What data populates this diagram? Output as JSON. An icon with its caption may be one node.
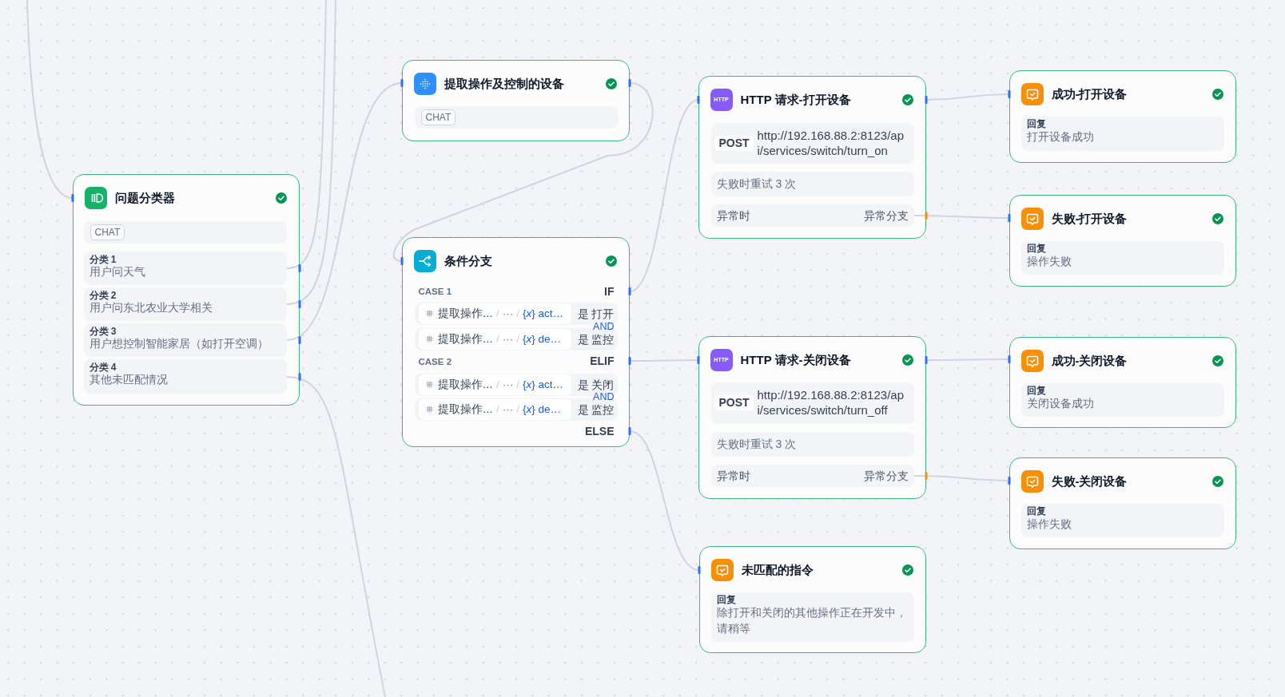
{
  "diagram": {
    "nodes": [
      {
        "text": [
          "问题分类器"
        ]
      },
      {
        "text": [
          "CHAT"
        ],
        "in": 0
      },
      {
        "text": [
          "分类 1",
          "用户问天气"
        ],
        "in": 0
      },
      {
        "text": [
          "分类 2",
          "用户问东北农业大学相关"
        ],
        "in": 0
      },
      {
        "text": [
          "分类 3",
          "用户想控制智能家居（如打开空调）"
        ],
        "in": 0
      },
      {
        "text": [
          "分类 4",
          "其他未匹配情况"
        ],
        "in": 0
      },
      {
        "text": [
          "提取操作及控制的设备"
        ]
      },
      {
        "text": [
          "CHAT"
        ],
        "in": 6
      },
      {
        "text": [
          "条件分支",
          "CASE 1",
          "IF",
          "AND",
          "CASE 2",
          "ELIF",
          "AND",
          "ELSE"
        ]
      },
      {
        "text": [
          "提取操作…",
          "/",
          "···",
          "/",
          "{*x*} act…",
          "是 打开"
        ],
        "in": 8
      },
      {
        "text": [
          "提取操作…",
          "/",
          "···",
          "/",
          "{*x*} de…",
          "是 监控"
        ],
        "in": 8
      },
      {
        "text": [
          "提取操作…",
          "/",
          "···",
          "/",
          "{*x*} act…",
          "是 关闭"
        ],
        "in": 8
      },
      {
        "text": [
          "提取操作…",
          "/",
          "···",
          "/",
          "{*x*} de…",
          "是 监控"
        ],
        "in": 8
      },
      {
        "text": [
          "HTTP",
          "HTTP 请求-打开设备"
        ]
      },
      {
        "text": [
          "POST",
          "http://192.168.88.2:8123/api/services/switch/turn_on"
        ],
        "in": 13
      },
      {
        "text": [
          "失败时重试 3 次"
        ],
        "in": 13
      },
      {
        "text": [
          "异常时",
          "异常分支"
        ],
        "in": 13
      },
      {
        "text": [
          "HTTP",
          "HTTP 请求-关闭设备"
        ]
      },
      {
        "text": [
          "POST",
          "http://192.168.88.2:8123/api/services/switch/turn_off"
        ],
        "in": 17
      },
      {
        "text": [
          "失败时重试 3 次"
        ],
        "in": 17
      },
      {
        "text": [
          "异常时",
          "异常分支"
        ],
        "in": 17
      },
      {
        "text": [
          "未匹配的指令"
        ]
      },
      {
        "text": [
          "回复",
          "除打开和关闭的其他操作正在开发中，请稍等"
        ],
        "in": 21
      },
      {
        "text": [
          "成功-打开设备"
        ]
      },
      {
        "text": [
          "回复",
          "打开设备成功"
        ],
        "in": 23
      },
      {
        "text": [
          "失败-打开设备"
        ]
      },
      {
        "text": [
          "回复",
          "操作失败"
        ],
        "in": 25
      },
      {
        "text": [
          "成功-关闭设备"
        ]
      },
      {
        "text": [
          "回复",
          "关闭设备成功"
        ],
        "in": 27
      },
      {
        "text": [
          "失败-关闭设备"
        ]
      },
      {
        "text": [
          "回复",
          "操作失败"
        ],
        "in": 29
      }
    ],
    "edges": [
      {
        "from": null,
        "to": 0,
        "arrow": "other"
      },
      {
        "from": null,
        "to": 2,
        "arrow": "other"
      },
      {
        "from": null,
        "to": 3,
        "arrow": "other"
      },
      {
        "from": 4,
        "to": 6,
        "arrow": "other"
      },
      {
        "from": 5,
        "to": null,
        "arrow": "other"
      },
      {
        "from": 6,
        "to": 8,
        "arrow": "other"
      },
      {
        "from": 8,
        "to": 13,
        "arrow": "other"
      },
      {
        "from": 8,
        "to": 17,
        "arrow": "other"
      },
      {
        "from": 8,
        "to": 21,
        "arrow": "other"
      },
      {
        "from": 13,
        "to": 23,
        "arrow": "other"
      },
      {
        "from": 16,
        "to": 25,
        "arrow": "other"
      },
      {
        "from": 17,
        "to": 27,
        "arrow": "other"
      },
      {
        "from": 20,
        "to": 29,
        "arrow": "other"
      }
    ]
  }
}
